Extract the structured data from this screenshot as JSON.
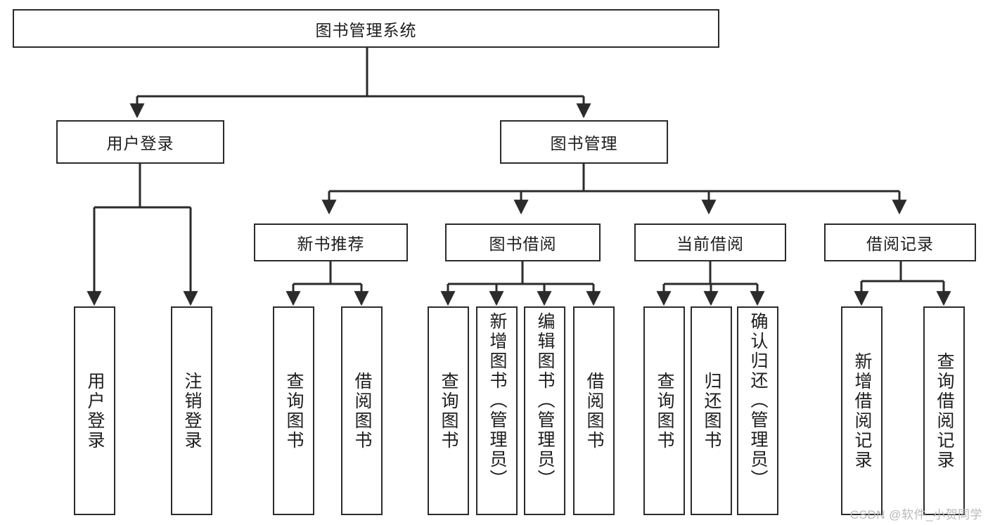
{
  "diagram": {
    "type": "tree",
    "title": "图书管理系统",
    "root": {
      "label": "图书管理系统"
    },
    "level2": [
      {
        "id": "user-login",
        "label": "用户登录"
      },
      {
        "id": "book-manage",
        "label": "图书管理"
      }
    ],
    "level3": [
      {
        "id": "new-book-recommend",
        "label": "新书推荐",
        "parent": "book-manage"
      },
      {
        "id": "book-borrow",
        "label": "图书借阅",
        "parent": "book-manage"
      },
      {
        "id": "current-borrow",
        "label": "当前借阅",
        "parent": "book-manage"
      },
      {
        "id": "borrow-record",
        "label": "借阅记录",
        "parent": "book-manage"
      }
    ],
    "leaves": [
      {
        "id": "leaf-user-login",
        "label": "用户登录",
        "parent": "user-login"
      },
      {
        "id": "leaf-logout-login",
        "label": "注销登录",
        "parent": "user-login"
      },
      {
        "id": "leaf-query-book-1",
        "label": "查询图书",
        "parent": "new-book-recommend"
      },
      {
        "id": "leaf-borrow-book-1",
        "label": "借阅图书",
        "parent": "new-book-recommend"
      },
      {
        "id": "leaf-query-book-2",
        "label": "查询图书",
        "parent": "book-borrow"
      },
      {
        "id": "leaf-add-book",
        "label": "新增图书（管理员）",
        "parent": "book-borrow"
      },
      {
        "id": "leaf-edit-book",
        "label": "编辑图书（管理员）",
        "parent": "book-borrow"
      },
      {
        "id": "leaf-borrow-book-2",
        "label": "借阅图书",
        "parent": "book-borrow"
      },
      {
        "id": "leaf-query-book-3",
        "label": "查询图书",
        "parent": "current-borrow"
      },
      {
        "id": "leaf-return-book",
        "label": "归还图书",
        "parent": "current-borrow"
      },
      {
        "id": "leaf-confirm-return",
        "label": "确认归还（管理员）",
        "parent": "current-borrow"
      },
      {
        "id": "leaf-add-record",
        "label": "新增借阅记录",
        "parent": "borrow-record"
      },
      {
        "id": "leaf-query-record",
        "label": "查询借阅记录",
        "parent": "borrow-record"
      }
    ],
    "colors": {
      "stroke": "#2b2b2b",
      "fill": "#ffffff",
      "text": "#1d1d1d",
      "watermark": "#b9b9b9"
    }
  },
  "watermark": {
    "text": "CSDN @软件_小贺同学"
  }
}
